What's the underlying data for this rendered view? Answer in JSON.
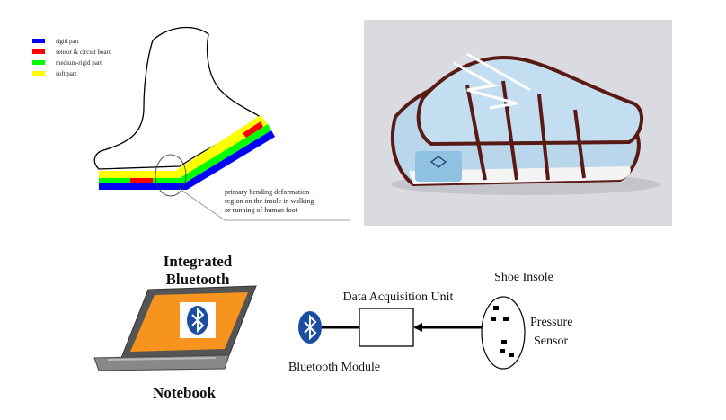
{
  "insole_diagram": {
    "legend": [
      {
        "label": "rigid part",
        "color": "#0000ff"
      },
      {
        "label": "sensor & circuit board",
        "color": "#ff0000"
      },
      {
        "label": "medium-rigid part",
        "color": "#00ff00"
      },
      {
        "label": "soft part",
        "color": "#ffff00"
      }
    ],
    "annotation": [
      "primary bending deformation",
      "region on the insole in walking",
      "or running of human foot"
    ]
  },
  "system_diagram": {
    "integrated_label": [
      "Integrated",
      "Bluetooth"
    ],
    "notebook_label": "Notebook",
    "daq_label": "Data Acquisition Unit",
    "bt_module_label": "Bluetooth Module",
    "insole_label": "Shoe Insole",
    "sensor_label": [
      "Pressure",
      "Sensor"
    ],
    "laptop_screen_color": "#f7941d",
    "bluetooth_color": "#1a4ea1"
  }
}
